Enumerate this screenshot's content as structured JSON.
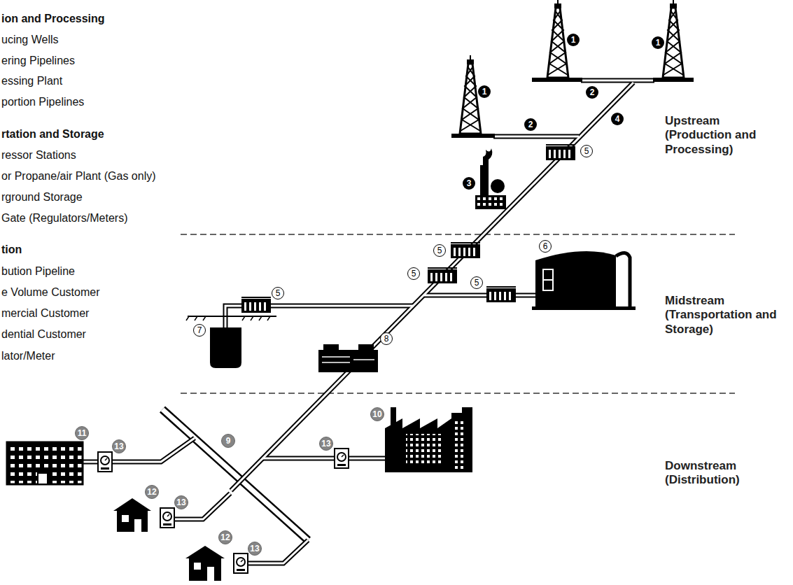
{
  "diagram": {
    "labels": [
      "ion and Processing",
      "ucing Wells",
      "ering Pipelines",
      "essing Plant",
      "portion Pipelines",
      "rtation and Storage",
      "ressor Stations",
      "or Propane/air Plant (Gas only)",
      "rground Storage",
      "Gate (Regulators/Meters)",
      "tion",
      "bution Pipeline",
      "e Volume Customer",
      "mercial Customer",
      "dential Customer",
      "lator/Meter",
      "Upstream (Production and Processing)",
      "Midstream (Transportation and Storage)",
      "Downstream (Distribution)",
      "1",
      "1",
      "1",
      "2",
      "4",
      "2",
      "5",
      "3",
      "5",
      "6",
      "5",
      "5",
      "5",
      "7",
      "8",
      "10",
      "11",
      "9",
      "13",
      "13",
      "12",
      "13",
      "12",
      "13"
    ]
  }
}
